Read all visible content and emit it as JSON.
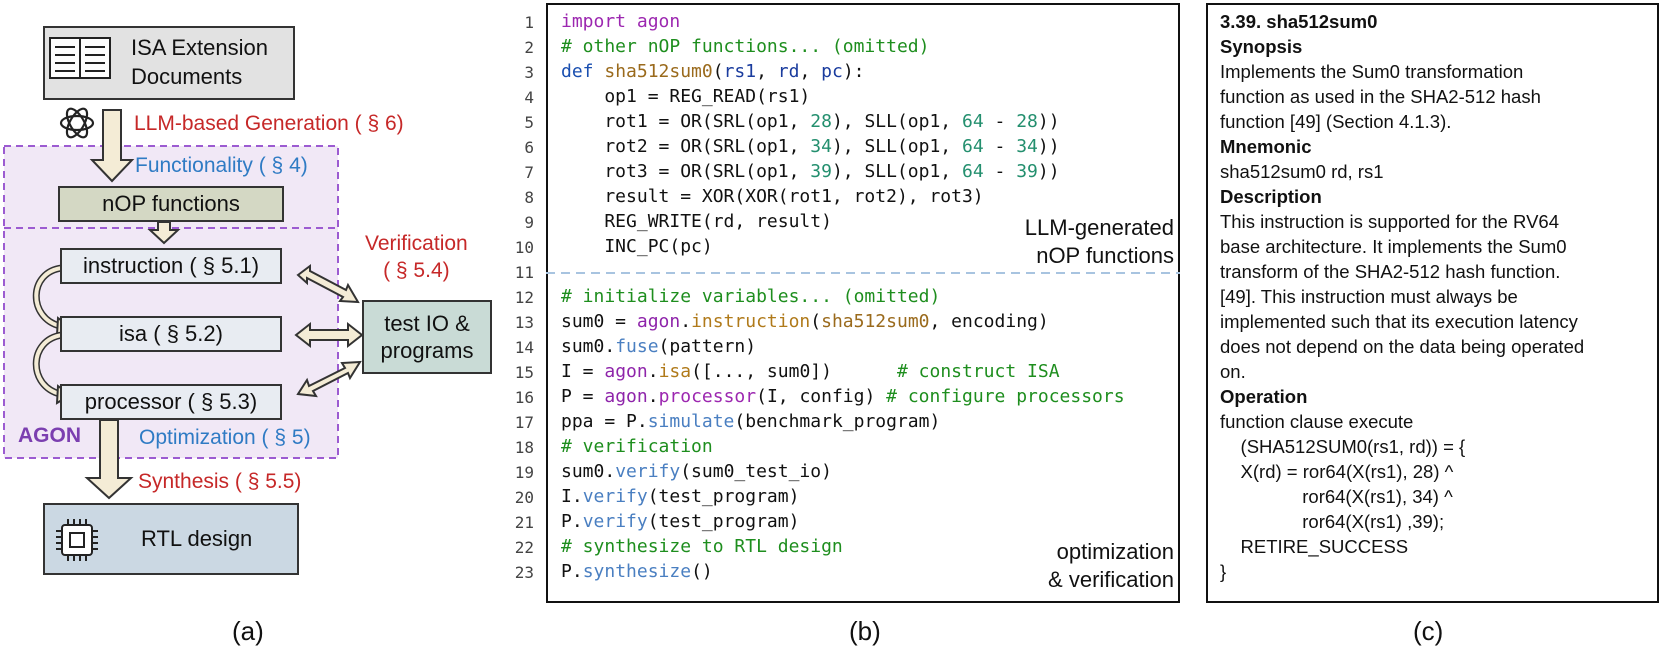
{
  "panel_a": {
    "docs_label": [
      "ISA Extension",
      "Documents"
    ],
    "llm_generation": "LLM-based Generation ( § 6)",
    "functionality": "Functionality ( § 4)",
    "nop_functions": "nOP functions",
    "verification": [
      "Verification",
      "( § 5.4)"
    ],
    "instruction": "instruction ( § 5.1)",
    "isa": "isa ( § 5.2)",
    "processor": "processor ( § 5.3)",
    "test_io": [
      "test IO &",
      "programs"
    ],
    "agon": "AGON",
    "optimization": "Optimization ( § 5)",
    "synthesis": "Synthesis ( § 5.5)",
    "rtl_design": "RTL design",
    "colors": {
      "red": "#c62828",
      "blue": "#2f7bc4",
      "purple": "#7b3fb0",
      "dashed": "#9c5bd1"
    }
  },
  "panel_b": {
    "line_numbers": [
      "1",
      "2",
      "3",
      "4",
      "5",
      "6",
      "7",
      "8",
      "9",
      "10",
      "11",
      "12",
      "13",
      "14",
      "15",
      "16",
      "17",
      "18",
      "19",
      "20",
      "21",
      "22",
      "23"
    ],
    "caption_top": [
      "LLM-generated",
      "nOP functions"
    ],
    "caption_bottom": [
      "optimization",
      "& verification"
    ]
  },
  "panel_c": {
    "title": "3.39. sha512sum0",
    "synopsis_h": "Synopsis",
    "synopsis": [
      "Implements the Sum0 transformation",
      "function as used in the SHA2-512 hash",
      "function [49] (Section 4.1.3)."
    ],
    "mnemonic_h": "Mnemonic",
    "mnemonic": "sha512sum0 rd, rs1",
    "description_h": "Description",
    "description": [
      "This instruction is supported for the RV64",
      "base architecture. It implements the Sum0",
      "transform of the SHA2-512 hash function.",
      "[49]. This instruction must always be",
      "implemented such that its execution latency",
      "does not depend on the data being operated",
      "on."
    ],
    "operation_h": "Operation",
    "operation": [
      "function clause execute",
      "    (SHA512SUM0(rs1, rd)) = {",
      "    X(rd) = ror64(X(rs1), 28) ^",
      "                ror64(X(rs1), 34) ^",
      "                ror64(X(rs1) ,39);",
      "    RETIRE_SUCCESS",
      "}"
    ]
  },
  "sublabels": [
    "(a)",
    "(b)",
    "(c)"
  ]
}
